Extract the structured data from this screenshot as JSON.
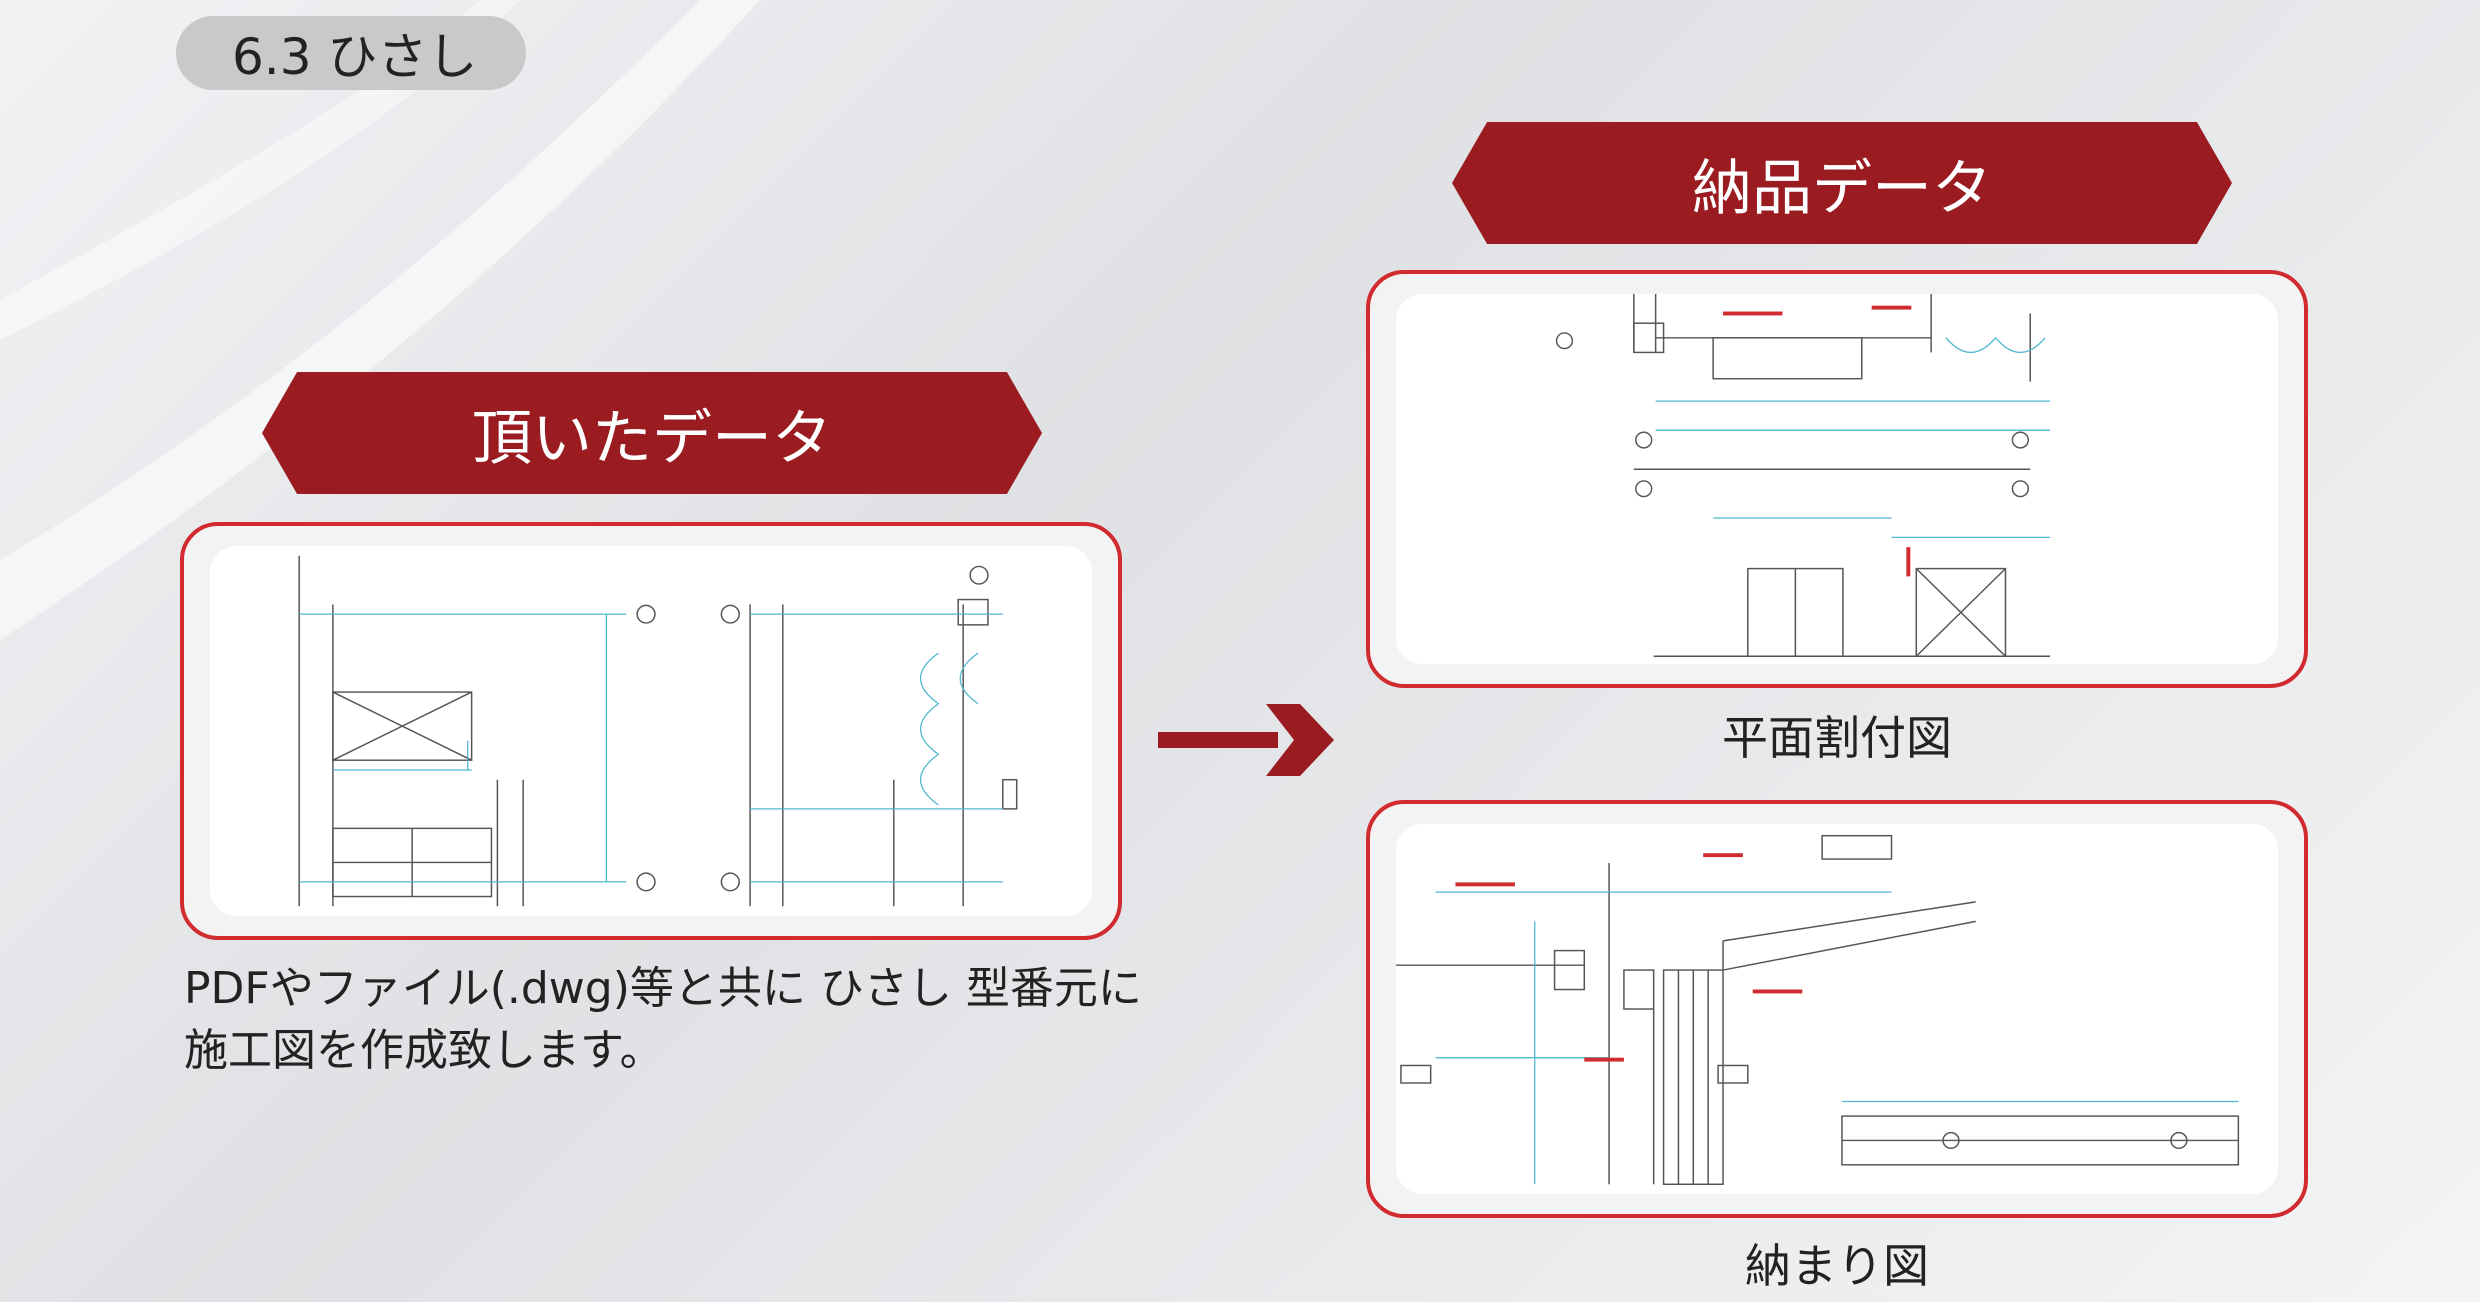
{
  "section": {
    "label": "6.3 ひさし"
  },
  "received": {
    "heading": "頂いたデータ",
    "description": "PDFやファイル(.dwg)等と共に ひさし 型番元に施工図を作成致します。"
  },
  "delivered": {
    "heading": "納品データ",
    "plan_caption": "平面割付図",
    "detail_caption": "納まり図"
  },
  "colors": {
    "banner": "#9a1b20",
    "frame_border": "#d12a2f",
    "pill": "#c9c9cb",
    "arrow": "#9a1b20"
  }
}
